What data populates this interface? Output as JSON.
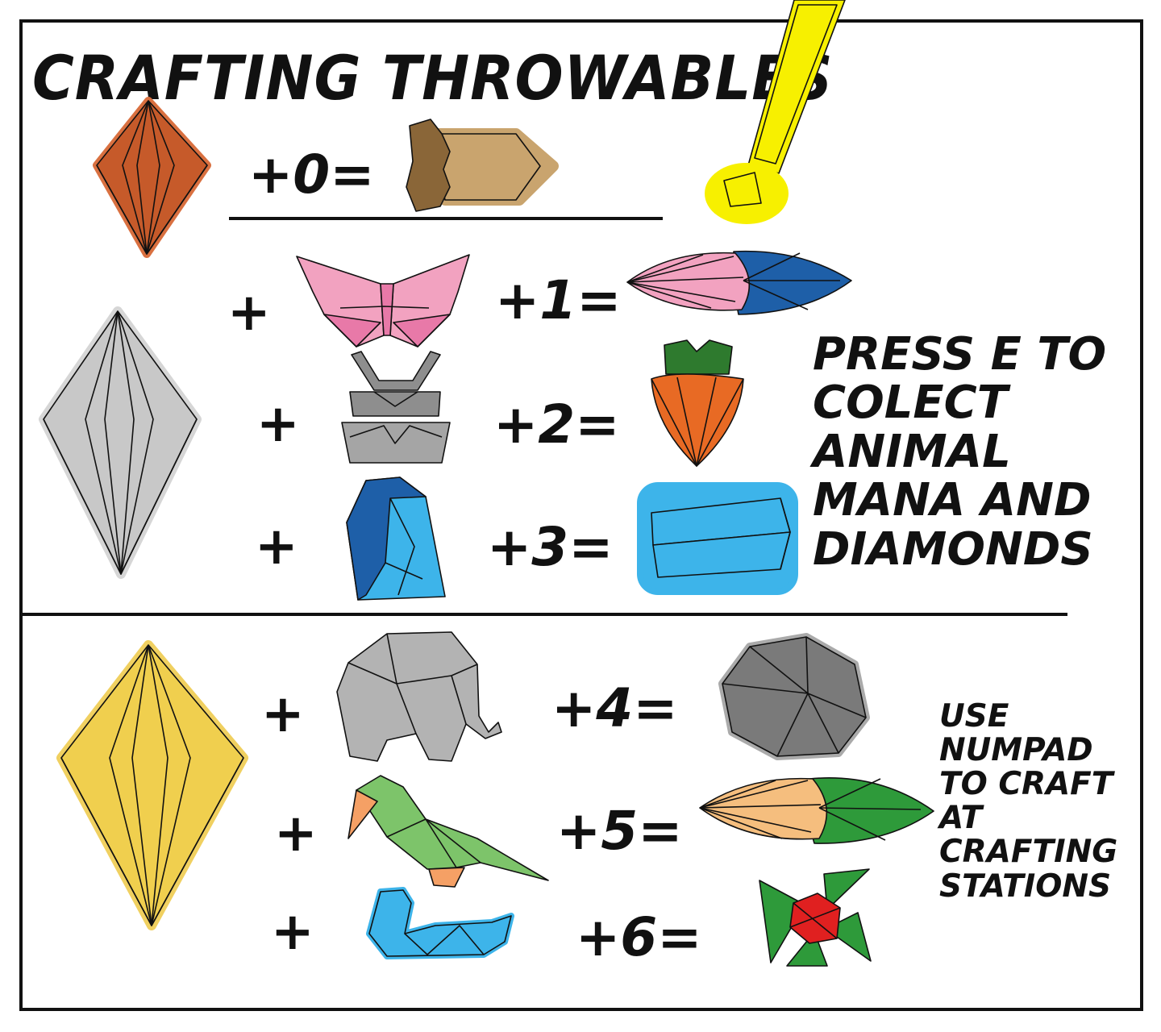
{
  "title": "CRAFTING THROWABLES",
  "colors": {
    "bronze_crystal": "#c65a2a",
    "silver_crystal": "#c8c8c8",
    "gold_crystal": "#e9c23c",
    "alert": "#f7f000",
    "pink": "#f2a2c0",
    "blue_dark": "#1e5fa8",
    "blue_light": "#3db4ea",
    "orange": "#e86a24",
    "green": "#2e9a3a",
    "grey": "#8e8e8e",
    "peach": "#f5be7e",
    "red": "#e02020"
  },
  "tiers": [
    {
      "crystal": "bronze-crystal-icon",
      "recipes": [
        {
          "ingredient": "",
          "formula": "+0=",
          "result": "wooden-bullet-icon"
        }
      ]
    },
    {
      "crystal": "silver-crystal-icon",
      "recipes": [
        {
          "plus": "+",
          "ingredient": "butterfly-origami-icon",
          "formula": "+1=",
          "result": "pink-blue-feather-icon"
        },
        {
          "plus": "+",
          "ingredient": "rabbit-origami-icon",
          "formula": "+2=",
          "result": "carrot-icon"
        },
        {
          "plus": "+",
          "ingredient": "penguin-origami-icon",
          "formula": "+3=",
          "result": "ice-block-icon"
        }
      ]
    },
    {
      "crystal": "gold-crystal-icon",
      "recipes": [
        {
          "plus": "+",
          "ingredient": "elephant-origami-icon",
          "formula": "+4=",
          "result": "boulder-icon"
        },
        {
          "plus": "+",
          "ingredient": "parrot-origami-icon",
          "formula": "+5=",
          "result": "peach-green-feather-icon"
        },
        {
          "plus": "+",
          "ingredient": "swan-origami-icon",
          "formula": "+6=",
          "result": "pinwheel-icon"
        }
      ]
    }
  ],
  "notes": {
    "collect_lines": [
      "PRESS E TO",
      "COLECT",
      "ANIMAL",
      "MANA AND",
      "DIAMONDS"
    ],
    "craft_lines": [
      "USE",
      "NUMPAD",
      "TO CRAFT",
      "AT",
      "CRAFTING",
      "STATIONS"
    ]
  }
}
